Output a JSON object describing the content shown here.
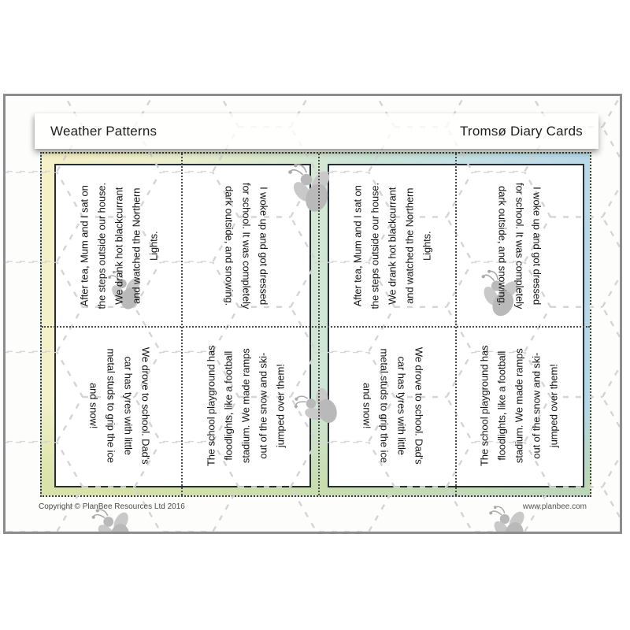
{
  "header": {
    "title_left": "Weather Patterns",
    "title_right": "Tromsø Diary Cards"
  },
  "cards": {
    "after_tea": {
      "text": "After tea, Mum and I sat on\nthe steps outside our house.\nWe drank hot blackcurrant\nand watched the Northern\nLights."
    },
    "woke_up": {
      "text": "I woke up and got dressed\nfor school. It was completely\ndark outside, and snowing."
    },
    "drove_to_school": {
      "text": "We drove to school. Dad's\ncar has tyres with little\nmetal studs to grip the ice\nand snow!"
    },
    "playground": {
      "text": "The school playground has\nfloodlights, like a football\nstadium. We made ramps\nout of the snow and ski-\njumped over them!"
    }
  },
  "footer": {
    "copyright": "Copyright © PlanBee Resources Ltd 2016",
    "website": "www.planbee.com"
  },
  "decor": {
    "bee_body_color": "#b9b9b9",
    "bee_wing_color": "#c9c9c9",
    "honeycomb_line_color": "#d4d4d4",
    "panel_border_color": "#242e34",
    "watercolor_yellow": "#f6f1c6",
    "watercolor_green": "#d6e7cf",
    "watercolor_blue": "#bedcea"
  }
}
